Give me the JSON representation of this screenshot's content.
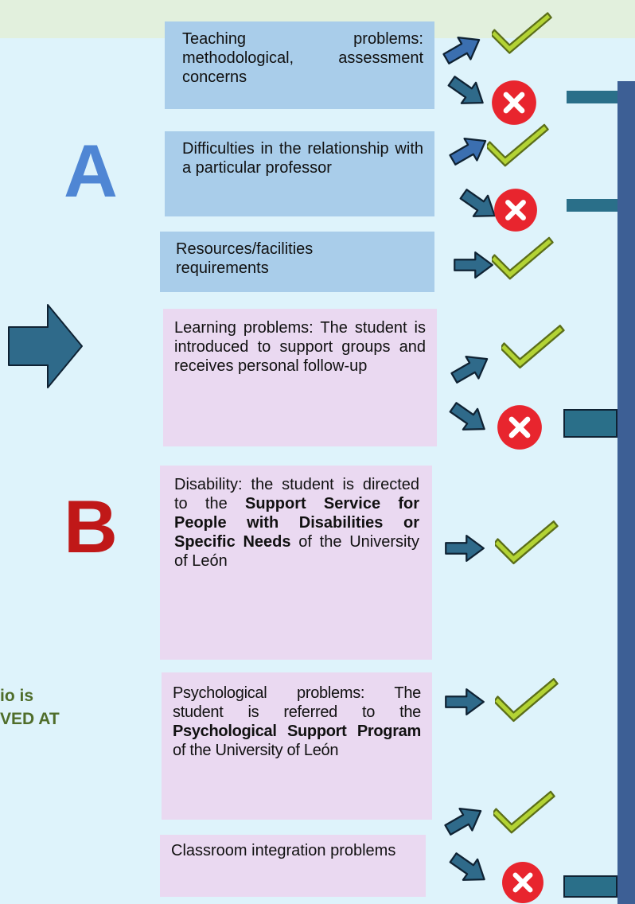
{
  "group_a": {
    "letter": "A",
    "color": "#4f86d4",
    "items": [
      {
        "text": "Teaching problems: methodological, assessment concerns",
        "outcomes": [
          "check",
          "cross"
        ]
      },
      {
        "text": "Difficulties in the relationship with a particular professor",
        "outcomes": [
          "check",
          "cross"
        ]
      },
      {
        "text": "Resources/facilities requirements",
        "outcomes": [
          "check"
        ]
      }
    ]
  },
  "group_b": {
    "letter": "B",
    "color": "#c01818",
    "items": [
      {
        "text": "Learning problems: The student is introduced to support groups and receives personal follow-up",
        "outcomes": [
          "check",
          "cross"
        ]
      },
      {
        "parts": [
          "Disability: the student is directed to the ",
          "Support Service for People with Disabilities or Specific Needs",
          " of the University of León"
        ],
        "outcomes": [
          "check"
        ]
      },
      {
        "parts": [
          "Psychological problems: The student is referred to the ",
          "Psychological Support Program",
          " of the University of León"
        ],
        "outcomes": [
          "check"
        ]
      },
      {
        "text": "Classroom integration problems",
        "outcomes": [
          "check",
          "cross"
        ]
      }
    ]
  },
  "side_text": {
    "line1": "io is",
    "line2": "VED AT"
  },
  "colors": {
    "background": "#def3fb",
    "top_band": "#e2f0dd",
    "blue_box": "#a9cdea",
    "pink_box": "#ead9f1",
    "arrow_fill": "#2f6a8a",
    "check": "#b3d334",
    "cross": "#e8252e",
    "bar": "#3d5f95"
  },
  "icons": [
    "big-right-arrow-icon",
    "up-right-arrow-icon",
    "down-right-arrow-icon",
    "right-arrow-icon",
    "check-icon",
    "cross-icon"
  ]
}
